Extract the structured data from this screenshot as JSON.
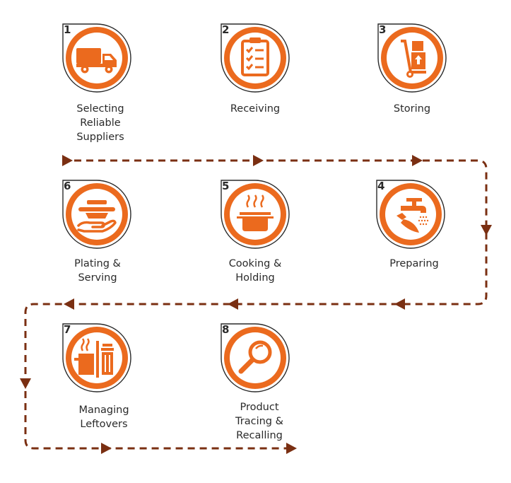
{
  "colors": {
    "accent": "#EB6A1E",
    "accent_dark": "#D85A14",
    "arrow": "#7A2F12",
    "text": "#2A2A2A"
  },
  "steps": [
    {
      "number": "1",
      "label_lines": [
        "Selecting",
        "Reliable",
        "Suppliers"
      ],
      "icon": "truck-icon"
    },
    {
      "number": "2",
      "label_lines": [
        "Receiving"
      ],
      "icon": "clipboard-checklist-icon"
    },
    {
      "number": "3",
      "label_lines": [
        "Storing"
      ],
      "icon": "hand-truck-icon"
    },
    {
      "number": "4",
      "label_lines": [
        "Preparing"
      ],
      "icon": "faucet-knife-icon"
    },
    {
      "number": "5",
      "label_lines": [
        "Cooking &",
        "Holding"
      ],
      "icon": "steaming-pot-icon"
    },
    {
      "number": "6",
      "label_lines": [
        "Plating &",
        "Serving"
      ],
      "icon": "serving-hand-icon"
    },
    {
      "number": "7",
      "label_lines": [
        "Managing",
        "Leftovers"
      ],
      "icon": "container-trash-icon"
    },
    {
      "number": "8",
      "label_lines": [
        "Product",
        "Tracing &",
        "Recalling"
      ],
      "icon": "magnifier-icon"
    }
  ]
}
